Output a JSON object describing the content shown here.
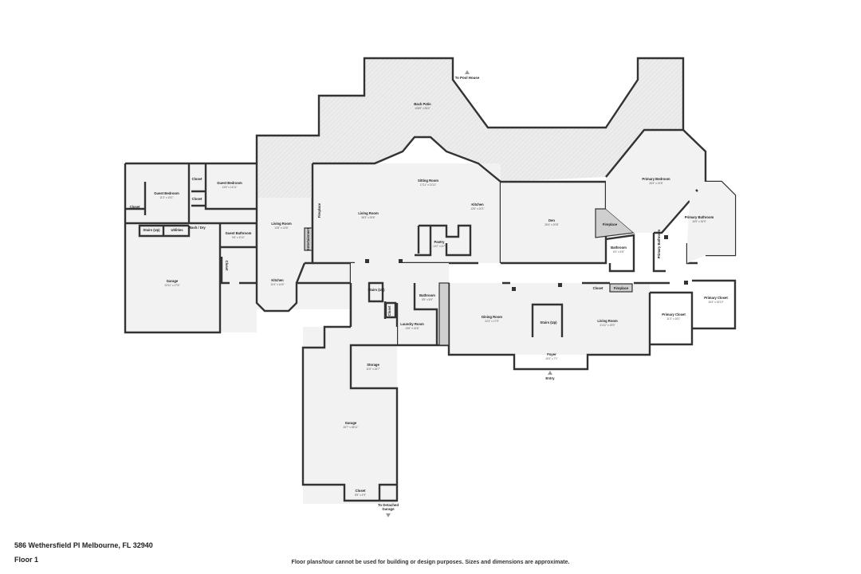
{
  "footer": {
    "address": "586 Wethersfield Pl Melbourne, FL 32940",
    "floor": "Floor 1",
    "disclaimer": "Floor plans/tour cannot be used for building or design purposes. Sizes and dimensions are approximate."
  },
  "annotations": {
    "pool_house": "To Pool House",
    "entry": "Entry",
    "detached_garage_line1": "To Detached",
    "detached_garage_line2": "Garage"
  },
  "rooms": {
    "back_patio": {
      "label": "Back Patio",
      "dims": "108'6\" x 35'4\""
    },
    "sitting_room": {
      "label": "Sitting Room",
      "dims": "17'11\" x 21'11\""
    },
    "guest_bedroom_left": {
      "label": "Guest Bedroom",
      "dims": "11'3\" x 15'1\""
    },
    "guest_bedroom_mid": {
      "label": "Guest Bedroom",
      "dims": "13'6\" x 14'11\""
    },
    "closet_left": {
      "label": "Closet"
    },
    "closet_top": {
      "label": "Closet"
    },
    "closet_mid": {
      "label": "Closet"
    },
    "stairs_up_left": {
      "label": "Stairs (Up)"
    },
    "utilities": {
      "label": "Utilities"
    },
    "wash_dry": {
      "label": "Wash / Dry"
    },
    "guest_bathroom": {
      "label": "Guest Bathroom",
      "dims": "9'6\" x 5'10\""
    },
    "living_room_left": {
      "label": "Living Room",
      "dims": "13'5\" x 14'6\""
    },
    "fireplace_left": {
      "label": "Fireplace"
    },
    "entertainment": {
      "label": "Entertainment"
    },
    "closet_garage": {
      "label": "Closet"
    },
    "garage_left": {
      "label": "Garage",
      "dims": "23'11\" x 27'6\""
    },
    "kitchen_left": {
      "label": "Kitchen",
      "dims": "11'6\" x 14'6\""
    },
    "living_room_center": {
      "label": "Living Room",
      "dims": "36'3\" x 29'6\""
    },
    "pantry": {
      "label": "Pantry",
      "dims": "10'2\" x 6'7\""
    },
    "kitchen_center": {
      "label": "Kitchen",
      "dims": "12'6\" x 20'1\""
    },
    "den": {
      "label": "Den",
      "dims": "26'4\" x 20'8\""
    },
    "fireplace_den": {
      "label": "Fireplace"
    },
    "bathroom_den": {
      "label": "Bathroom",
      "dims": "6'4\" x 6'8\""
    },
    "primary_bedroom": {
      "label": "Primary Bedroom",
      "dims": "28'4\" x 19'5\""
    },
    "primary_bathroom": {
      "label": "Primary Bathroom",
      "dims": "16'5\" x 26'9\""
    },
    "primary_bathroom_small": {
      "label": "Primary Bathroom"
    },
    "stairs_up_center": {
      "label": "Stairs (Up)"
    },
    "closet_laundry": {
      "label": "Closet"
    },
    "bathroom_center": {
      "label": "Bathroom",
      "dims": "5'5\" x 6'9\""
    },
    "laundry_room": {
      "label": "Laundry Room",
      "dims": "13'6\" x 16'6\""
    },
    "dining_room": {
      "label": "Dining Room",
      "dims": "22'4\" x 17'9\""
    },
    "stairs_up_foyer": {
      "label": "Stairs (Up)"
    },
    "living_room_right": {
      "label": "Living Room",
      "dims": "21'11\" x 19'5\""
    },
    "foyer": {
      "label": "Foyer",
      "dims": "16'3\" x 7'1\""
    },
    "closet_right": {
      "label": "Closet"
    },
    "fireplace_right": {
      "label": "Fireplace"
    },
    "primary_closet_a": {
      "label": "Primary Closet",
      "dims": "11'3\" x 18'1\""
    },
    "primary_closet_b": {
      "label": "Primary Closet",
      "dims": "16'4\" x 16'10\""
    },
    "storage": {
      "label": "Storage",
      "dims": "11'6\" x 16'7\""
    },
    "garage_bottom": {
      "label": "Garage",
      "dims": "26'7\" x 65'11\""
    },
    "closet_bottom": {
      "label": "Closet",
      "dims": "8'5\" x 4'9\""
    }
  },
  "colors": {
    "wall": "#333333",
    "room_fill": "#f2f2f2",
    "fireplace_fill": "#cfcfcf",
    "background": "#ffffff"
  }
}
